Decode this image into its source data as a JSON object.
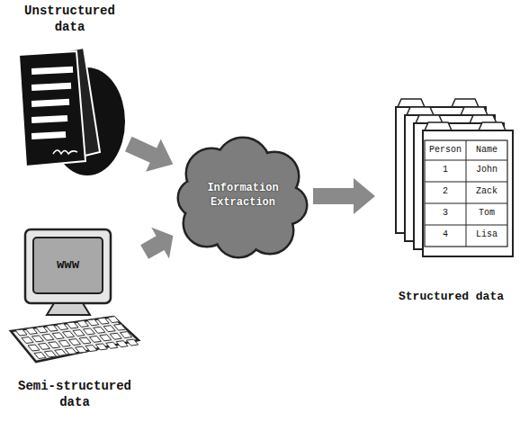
{
  "diagram": {
    "nodes": [
      {
        "text": [
          "Unstructured data"
        ]
      },
      {
        "text": [
          "Semi-structured data"
        ]
      },
      {
        "text": [
          "Information Extraction"
        ]
      },
      {
        "text": [
          "Structured data"
        ]
      }
    ],
    "edges": [
      {
        "from": 0,
        "to": 2,
        "arrow": "to"
      },
      {
        "from": 1,
        "to": 2,
        "arrow": "to"
      },
      {
        "from": 2,
        "to": 3,
        "arrow": "to"
      }
    ],
    "labels": [
      "www",
      "Person",
      "Name",
      "1",
      "John",
      "2",
      "Zack",
      "3",
      "Tom",
      "4",
      "Lisa"
    ]
  }
}
